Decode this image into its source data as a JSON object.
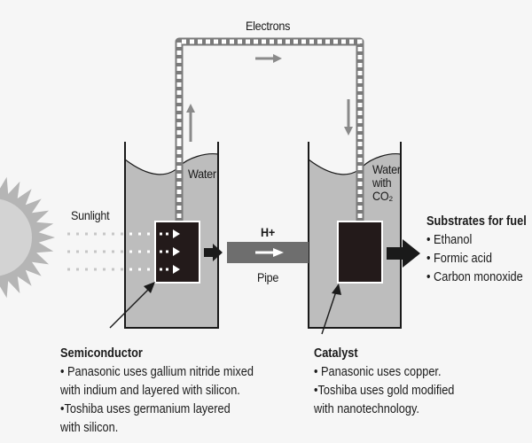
{
  "labels": {
    "electrons": "Electrons",
    "water_left": "Water",
    "water_right_lines": [
      "Water",
      "with",
      "CO₂"
    ],
    "sunlight": "Sunlight",
    "h_plus": "H+",
    "pipe": "Pipe"
  },
  "substrates": {
    "title": "Substrates for fuel",
    "items": [
      "• Ethanol",
      "• Formic acid",
      "• Carbon monoxide"
    ]
  },
  "semiconductor": {
    "title": "Semiconductor",
    "lines": [
      "• Panasonic uses gallium nitride mixed",
      "with indium and layered with silicon.",
      "•Toshiba uses germanium layered",
      "with silicon."
    ]
  },
  "catalyst": {
    "title": "Catalyst",
    "lines": [
      "• Panasonic uses copper.",
      "•Toshiba uses gold modified",
      "with nanotechnology."
    ]
  },
  "colors": {
    "background": "#f6f6f6",
    "water": "#bdbdbd",
    "wire": "#7b7b7b",
    "pipe": "#6e6e6e",
    "electrode": "#231a1a",
    "arrow_gray": "#8a8a8a",
    "sun_rays": "#b5b5b5",
    "sun_core": "#d3d3d3"
  }
}
